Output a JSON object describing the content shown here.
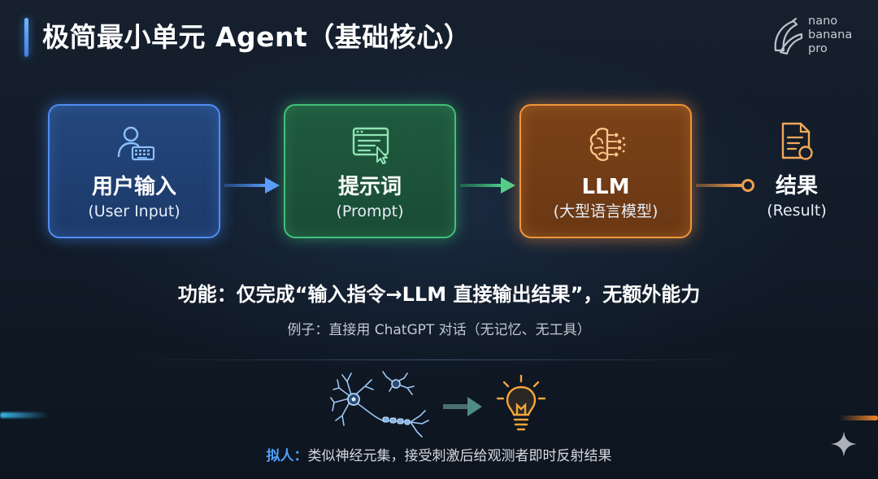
{
  "title": "极简最小单元 Agent（基础核心）",
  "brand": {
    "line1": "nano",
    "line2": "banana",
    "line3": "pro"
  },
  "nodes": [
    {
      "label": "用户输入",
      "sub": "(User Input)",
      "icon": "user-keyboard-icon",
      "color": "#4f8df5"
    },
    {
      "label": "提示词",
      "sub": "(Prompt)",
      "icon": "prompt-window-icon",
      "color": "#42c07a"
    },
    {
      "label": "LLM",
      "sub": "(大型语言模型)",
      "icon": "brain-circuit-icon",
      "color": "#f0963a"
    }
  ],
  "result": {
    "label": "结果",
    "sub": "(Result)",
    "icon": "document-check-icon"
  },
  "feature": "功能：仅完成“输入指令→LLM 直接输出结果”，无额外能力",
  "example": "例子：直接用 ChatGPT 对话（无记忆、无工具）",
  "analogy": {
    "lead": "拟人：",
    "text": "类似神经元集，接受刺激后给观测者即时反射结果"
  }
}
